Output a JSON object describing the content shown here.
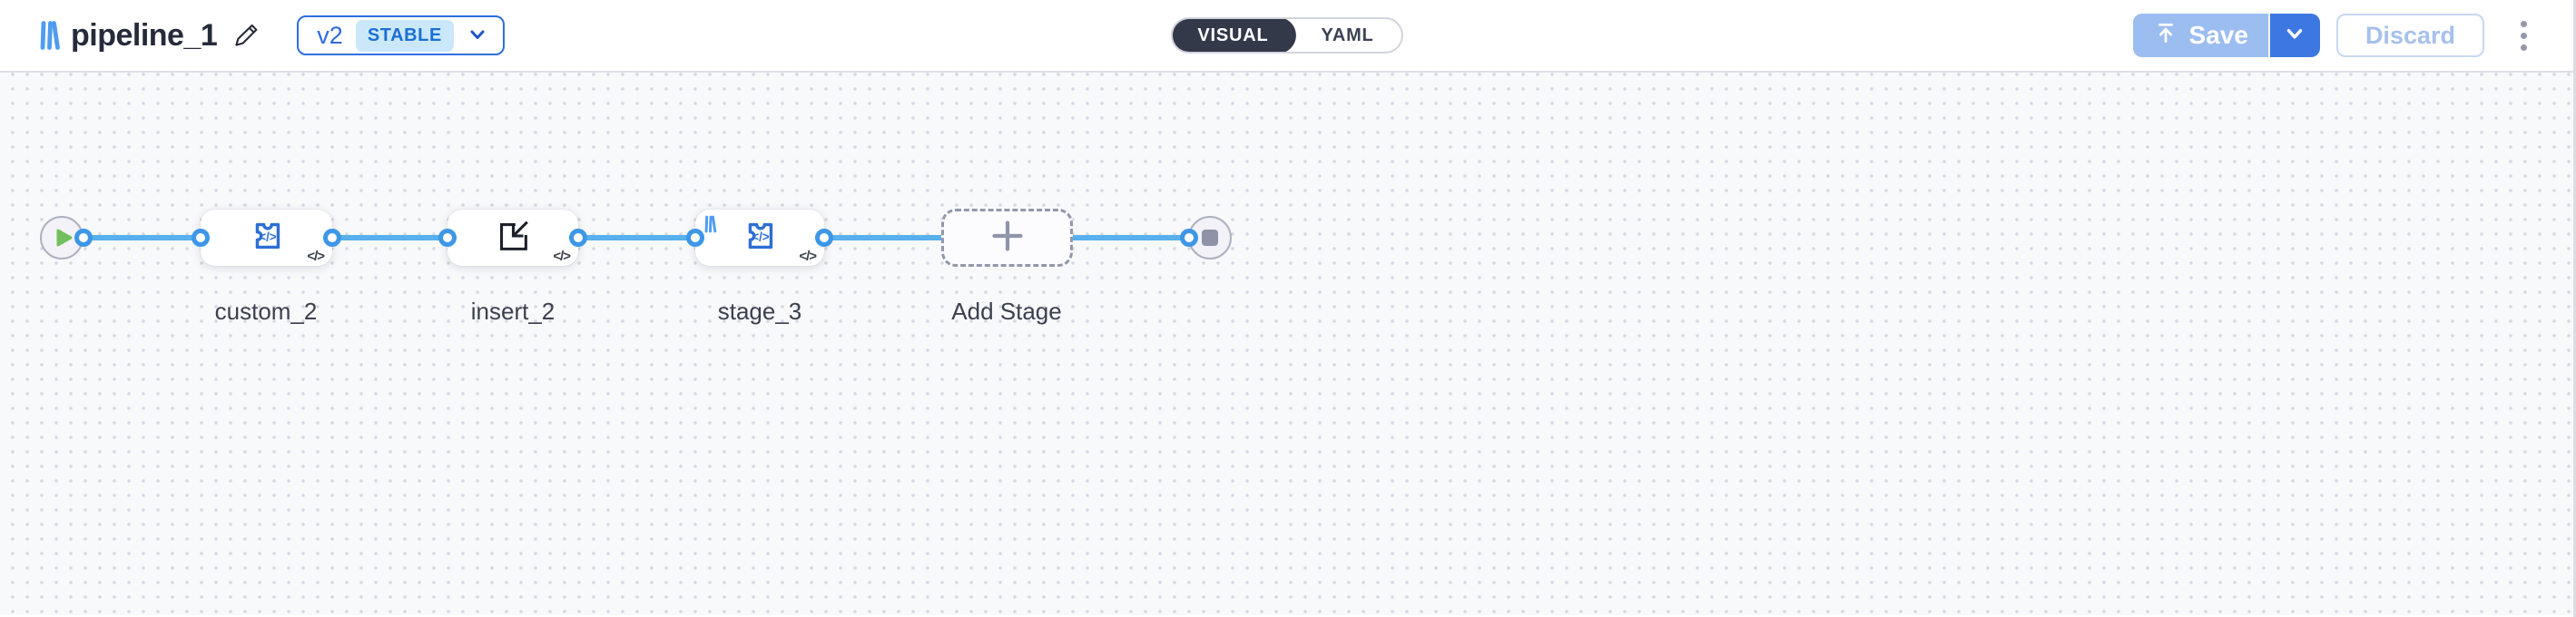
{
  "header": {
    "title": "pipeline_1",
    "version": {
      "label": "v2",
      "status": "STABLE"
    },
    "view_toggle": {
      "options": [
        "VISUAL",
        "YAML"
      ],
      "active": "VISUAL"
    },
    "save_button": {
      "label": "Save"
    },
    "discard_button": {
      "label": "Discard"
    }
  },
  "canvas": {
    "nodes": [
      {
        "id": "source",
        "kind": "start",
        "icon": "play-icon",
        "label": ""
      },
      {
        "id": "custom_2",
        "kind": "custom-function",
        "icon": "custom-code-icon",
        "label": "custom_2",
        "corner_badge": "</>"
      },
      {
        "id": "insert_2",
        "kind": "insert",
        "icon": "insert-into-icon",
        "label": "insert_2",
        "corner_badge": "</>"
      },
      {
        "id": "stage_3",
        "kind": "custom-function",
        "icon": "custom-code-icon",
        "label": "stage_3",
        "corner_badge": "</>",
        "origin_badge": "app-logo-icon"
      },
      {
        "id": "add_stage",
        "kind": "add-placeholder",
        "icon": "plus-icon",
        "label": "Add Stage"
      },
      {
        "id": "sink",
        "kind": "end",
        "icon": "stop-icon",
        "label": ""
      }
    ],
    "edges": [
      {
        "from": "source",
        "to": "custom_2"
      },
      {
        "from": "custom_2",
        "to": "insert_2"
      },
      {
        "from": "insert_2",
        "to": "stage_3"
      },
      {
        "from": "stage_3",
        "to": "sink"
      }
    ],
    "colors": {
      "edge_blue": "#58b0ec",
      "port_ring": "#3e97e6",
      "icon_blue": "#2d6fd4",
      "play_green": "#74bf5d",
      "accent_blue": "#3d78e2",
      "save_disabled_blue": "#9cbdf0",
      "stable_badge_bg": "#cbe8fb",
      "stable_badge_text": "#1a6fd2",
      "canvas_bg": "#f8f9fb",
      "dot_grid": "#d5d7e1"
    }
  }
}
